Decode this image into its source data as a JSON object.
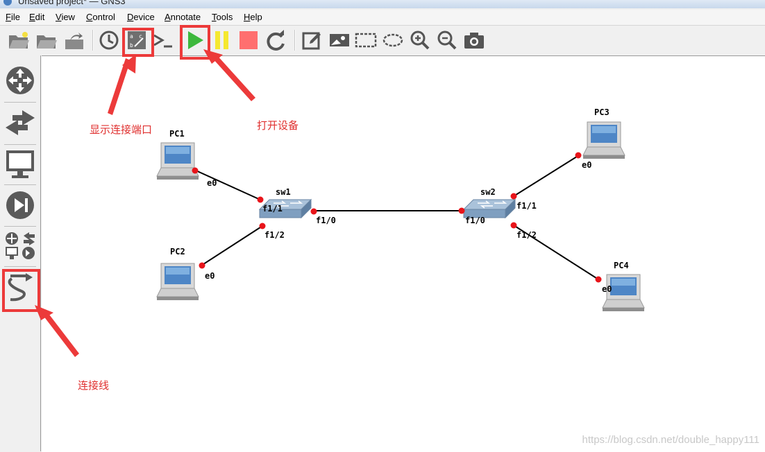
{
  "window": {
    "title": "Unsaved project* — GNS3"
  },
  "menu": [
    "File",
    "Edit",
    "View",
    "Control",
    "Device",
    "Annotate",
    "Tools",
    "Help"
  ],
  "toolbar_icons": [
    "new-project-icon",
    "open-project-icon",
    "save-snapshot-icon",
    "clock-icon",
    "show-interface-labels-icon",
    "console-icon",
    "start-icon",
    "suspend-icon",
    "stop-icon",
    "reload-icon",
    "add-note-icon",
    "insert-picture-icon",
    "draw-rectangle-icon",
    "draw-ellipse-icon",
    "zoom-in-icon",
    "zoom-out-icon",
    "screenshot-icon"
  ],
  "sidebar_icons": [
    "routers-icon",
    "switches-icon",
    "end-devices-icon",
    "security-devices-icon",
    "all-devices-icon",
    "add-link-icon"
  ],
  "annotations": {
    "show_ports": "显示连接端口",
    "start_devices": "打开设备",
    "add_link": "连接线"
  },
  "nodes": {
    "pc1": "PC1",
    "pc2": "PC2",
    "pc3": "PC3",
    "pc4": "PC4",
    "sw1": "sw1",
    "sw2": "sw2"
  },
  "ports": {
    "pc1_e0": "e0",
    "pc2_e0": "e0",
    "pc3_e0": "e0",
    "pc4_e0": "e0",
    "sw1_f11": "f1/1",
    "sw1_f12": "f1/2",
    "sw1_f10": "f1/0",
    "sw2_f10": "f1/0",
    "sw2_f11": "f1/1",
    "sw2_f12": "f1/2"
  },
  "watermark": "https://blog.csdn.net/double_happy111",
  "colors": {
    "highlight": "#ec3a3a",
    "port_dot": "#e8141a",
    "start_green": "#3db83d"
  }
}
